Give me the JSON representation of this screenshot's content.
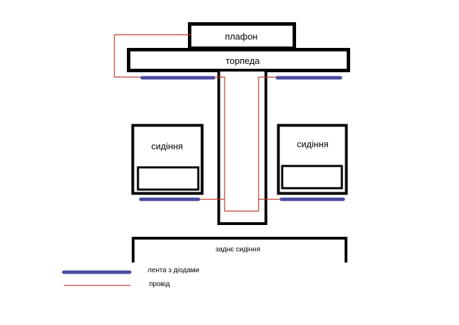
{
  "labels": {
    "plafon": "плафон",
    "torpeda": "торпеда",
    "seat_left": "сидіння",
    "seat_right": "сидіння",
    "rear_seat": "заднє сидіння"
  },
  "legend": {
    "led_strip": "лента з діодами",
    "wire": "провід"
  },
  "colors": {
    "outline": "#000000",
    "led_strip": "#4a4aa0",
    "wire": "#c0392b",
    "background": "#ffffff"
  }
}
